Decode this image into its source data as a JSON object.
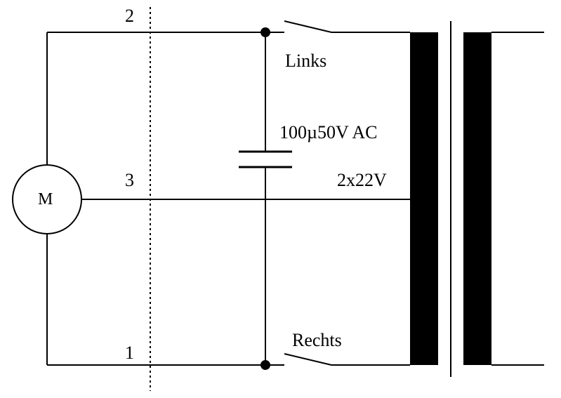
{
  "diagram": {
    "wire_numbers": {
      "top": "2",
      "middle": "3",
      "bottom": "1"
    },
    "motor_label": "M",
    "switch_top_label": "Links",
    "switch_bottom_label": "Rechts",
    "capacitor_label": "100µ50V AC",
    "transformer_label": "2x22V"
  },
  "colors": {
    "line": "#000000",
    "background": "#ffffff"
  }
}
